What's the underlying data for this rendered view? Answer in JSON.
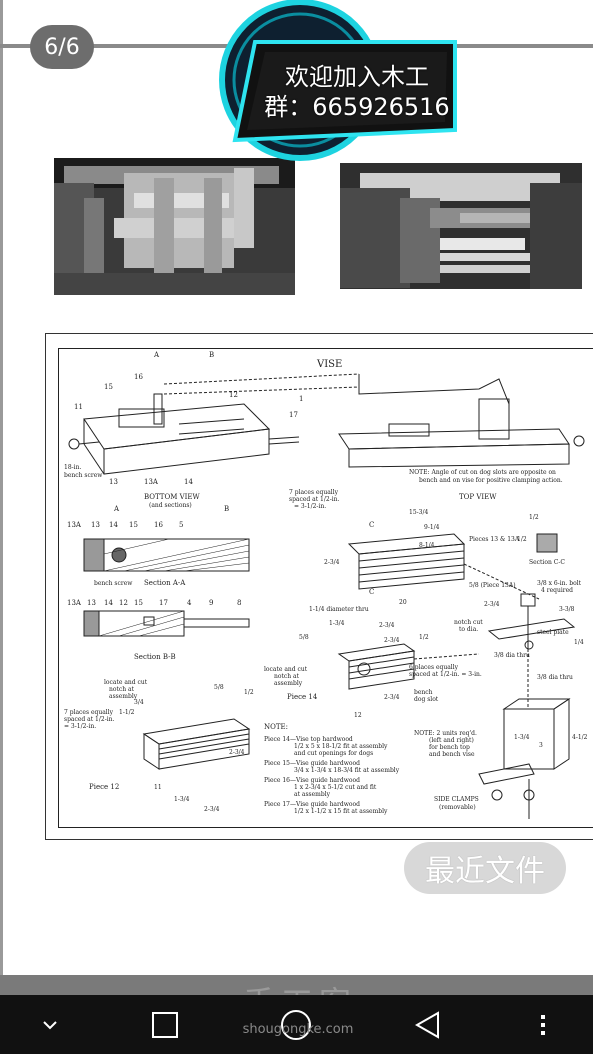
{
  "viewer": {
    "page_indicator": "6/6",
    "banner_line1": "欢迎加入木工",
    "banner_line2": "群：665926516",
    "recent_files_label": "最近文件"
  },
  "diagram": {
    "title": "VISE",
    "bottom_view": "BOTTOM VIEW",
    "bottom_view_sub": "(and sections)",
    "top_view": "TOP VIEW",
    "section_aa": "Section A-A",
    "section_bb": "Section B-B",
    "section_cc": "Section C-C",
    "bench_screw": "bench screw",
    "bench_screw_18": "18-in.",
    "bench_screw_18b": "bench screw",
    "piece_12": "Piece 12",
    "piece_14": "Piece 14",
    "pieces_13": "Pieces 13 & 13A",
    "piece_13a": "5/8 (Piece 13A)",
    "side_clamps": "SIDE CLAMPS",
    "removable": "(removable)",
    "note_top_1": "NOTE: Angle of cut on dog slots are opposite on",
    "note_top_2": "bench and on vise for positive clamping action.",
    "note_label": "NOTE:",
    "note_14a": "Piece 14—Vise top hardwood",
    "note_14b": "1/2 x 5 x 18-1/2 fit at assembly",
    "note_14c": "and cut openings for dogs",
    "note_15a": "Piece 15—Vise guide hardwood",
    "note_15b": "3/4 x 1-3/4 x 18-3/4 fit at assembly",
    "note_16a": "Piece 16—Vise guide hardwood",
    "note_16b": "1 x 2-3/4 x 5-1/2 cut and fit",
    "note_16c": "at assembly",
    "note_17a": "Piece 17—Vise guide hardwood",
    "note_17b": "1/2 x 1-1/2 x 15 fit at assembly",
    "units_note_1": "NOTE: 2 units req'd.",
    "units_note_2": "(left and right)",
    "units_note_3": "for bench top",
    "units_note_4": "and bench vise",
    "spacing_1": "7 places equally",
    "spacing_2": "spaced at 1/2-in.",
    "spacing_3": "= 3-1/2-in.",
    "spacing6_1": "6 places equally",
    "spacing6_2": "spaced at 1/2-in. = 3-in.",
    "notch_1": "locate and cut",
    "notch_2": "notch at",
    "notch_3": "assembly",
    "dia_thru": "1-1/4 diameter thru",
    "bolt_1": "3/8 x 6-in. bolt",
    "bolt_2": "4 required",
    "steel_plate": "steel plate",
    "notch_cut": "notch cut",
    "to_dia": "to dia.",
    "bench_dog": "bench",
    "bench_dog2": "dog slot",
    "dia_38": "3/8 dia thru",
    "dims": {
      "d15_34": "15-3/4",
      "d9_14": "9-1/4",
      "d8_14": "8-1/4",
      "d2_34": "2-3/4",
      "d20": "20",
      "d12": "12",
      "d1_12": "1-1/2",
      "d3_4": "3/4",
      "d5_8": "5/8",
      "d1_2": "1/2",
      "d11": "11",
      "d3_38": "3-3/8",
      "d4_12": "4-1/2",
      "d1_34": "1-3/4",
      "d3": "3",
      "d1_4": "1/4"
    },
    "labels": {
      "n11": "11",
      "n15": "15",
      "n16": "16",
      "n12": "12",
      "n1": "1",
      "n17": "17",
      "n13": "13",
      "n13a": "13A",
      "n14": "14",
      "n5": "5",
      "n4": "4",
      "n9": "9",
      "n8": "8",
      "a": "A",
      "b": "B",
      "c": "C"
    }
  },
  "watermark": {
    "main": "手工客",
    "sub": "shougongke.com"
  },
  "nav": {
    "back": "back",
    "home": "home",
    "recents": "recents",
    "menu": "menu",
    "down": "down"
  }
}
